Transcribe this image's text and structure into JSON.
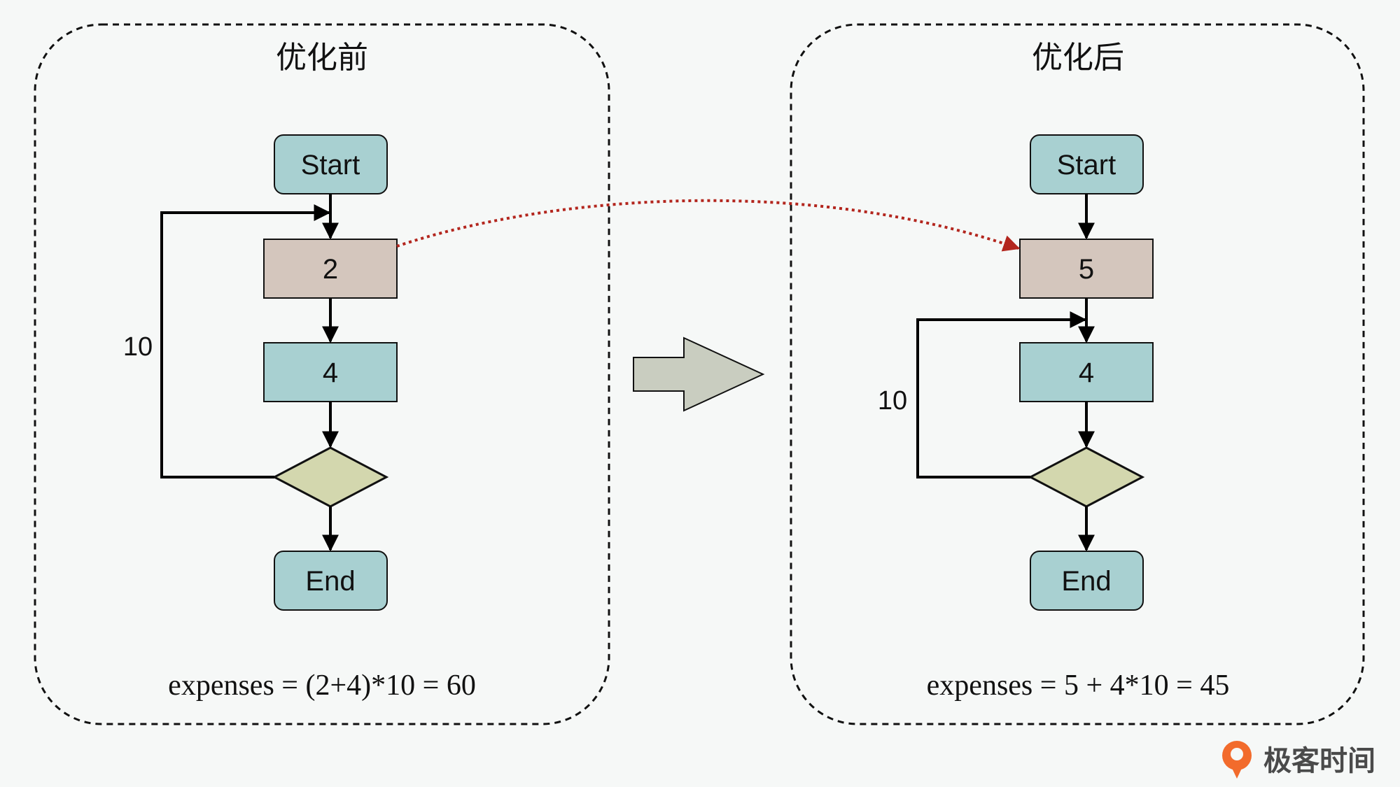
{
  "before": {
    "title": "优化前",
    "nodes": {
      "start": "Start",
      "block_a": "2",
      "block_b": "4",
      "end": "End"
    },
    "loop_count": "10",
    "formula": "expenses = (2+4)*10 = 60"
  },
  "after": {
    "title": "优化后",
    "nodes": {
      "start": "Start",
      "block_a": "5",
      "block_b": "4",
      "end": "End"
    },
    "loop_count": "10",
    "formula": "expenses = 5 + 4*10 = 45"
  },
  "brand": {
    "name": "极客时间",
    "logo_icon": "geektime-logo-icon",
    "color": "#f26b2c"
  },
  "colors": {
    "background": "#f6f8f7",
    "teal_fill": "#a8d0d1",
    "tan_fill": "#d4c6bd",
    "diamond_fill": "#d3d7ae",
    "arrow_fill": "#c9cdc0",
    "move_arrow": "#b3261e"
  }
}
